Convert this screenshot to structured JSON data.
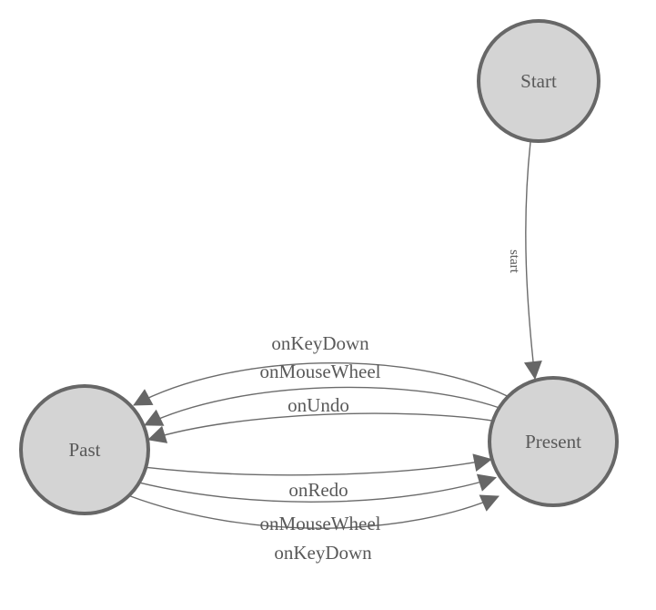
{
  "diagram": {
    "type": "state-machine-graph",
    "background_color": "#ffffff",
    "node_fill_color": "#d4d4d4",
    "node_border_color": "#676767",
    "edge_color": "#6b6b6b",
    "arrowhead_color": "#666666",
    "text_color": "#595959",
    "nodes": [
      {
        "id": "start",
        "label": "Start"
      },
      {
        "id": "past",
        "label": "Past"
      },
      {
        "id": "present",
        "label": "Present"
      }
    ],
    "edges": [
      {
        "from": "start",
        "to": "present",
        "label": "start"
      },
      {
        "from": "present",
        "to": "past",
        "label": "onKeyDown"
      },
      {
        "from": "present",
        "to": "past",
        "label": "onMouseWheel"
      },
      {
        "from": "present",
        "to": "past",
        "label": "onUndo"
      },
      {
        "from": "past",
        "to": "present",
        "label": "onRedo"
      },
      {
        "from": "past",
        "to": "present",
        "label": "onMouseWheel"
      },
      {
        "from": "past",
        "to": "present",
        "label": "onKeyDown"
      }
    ]
  }
}
